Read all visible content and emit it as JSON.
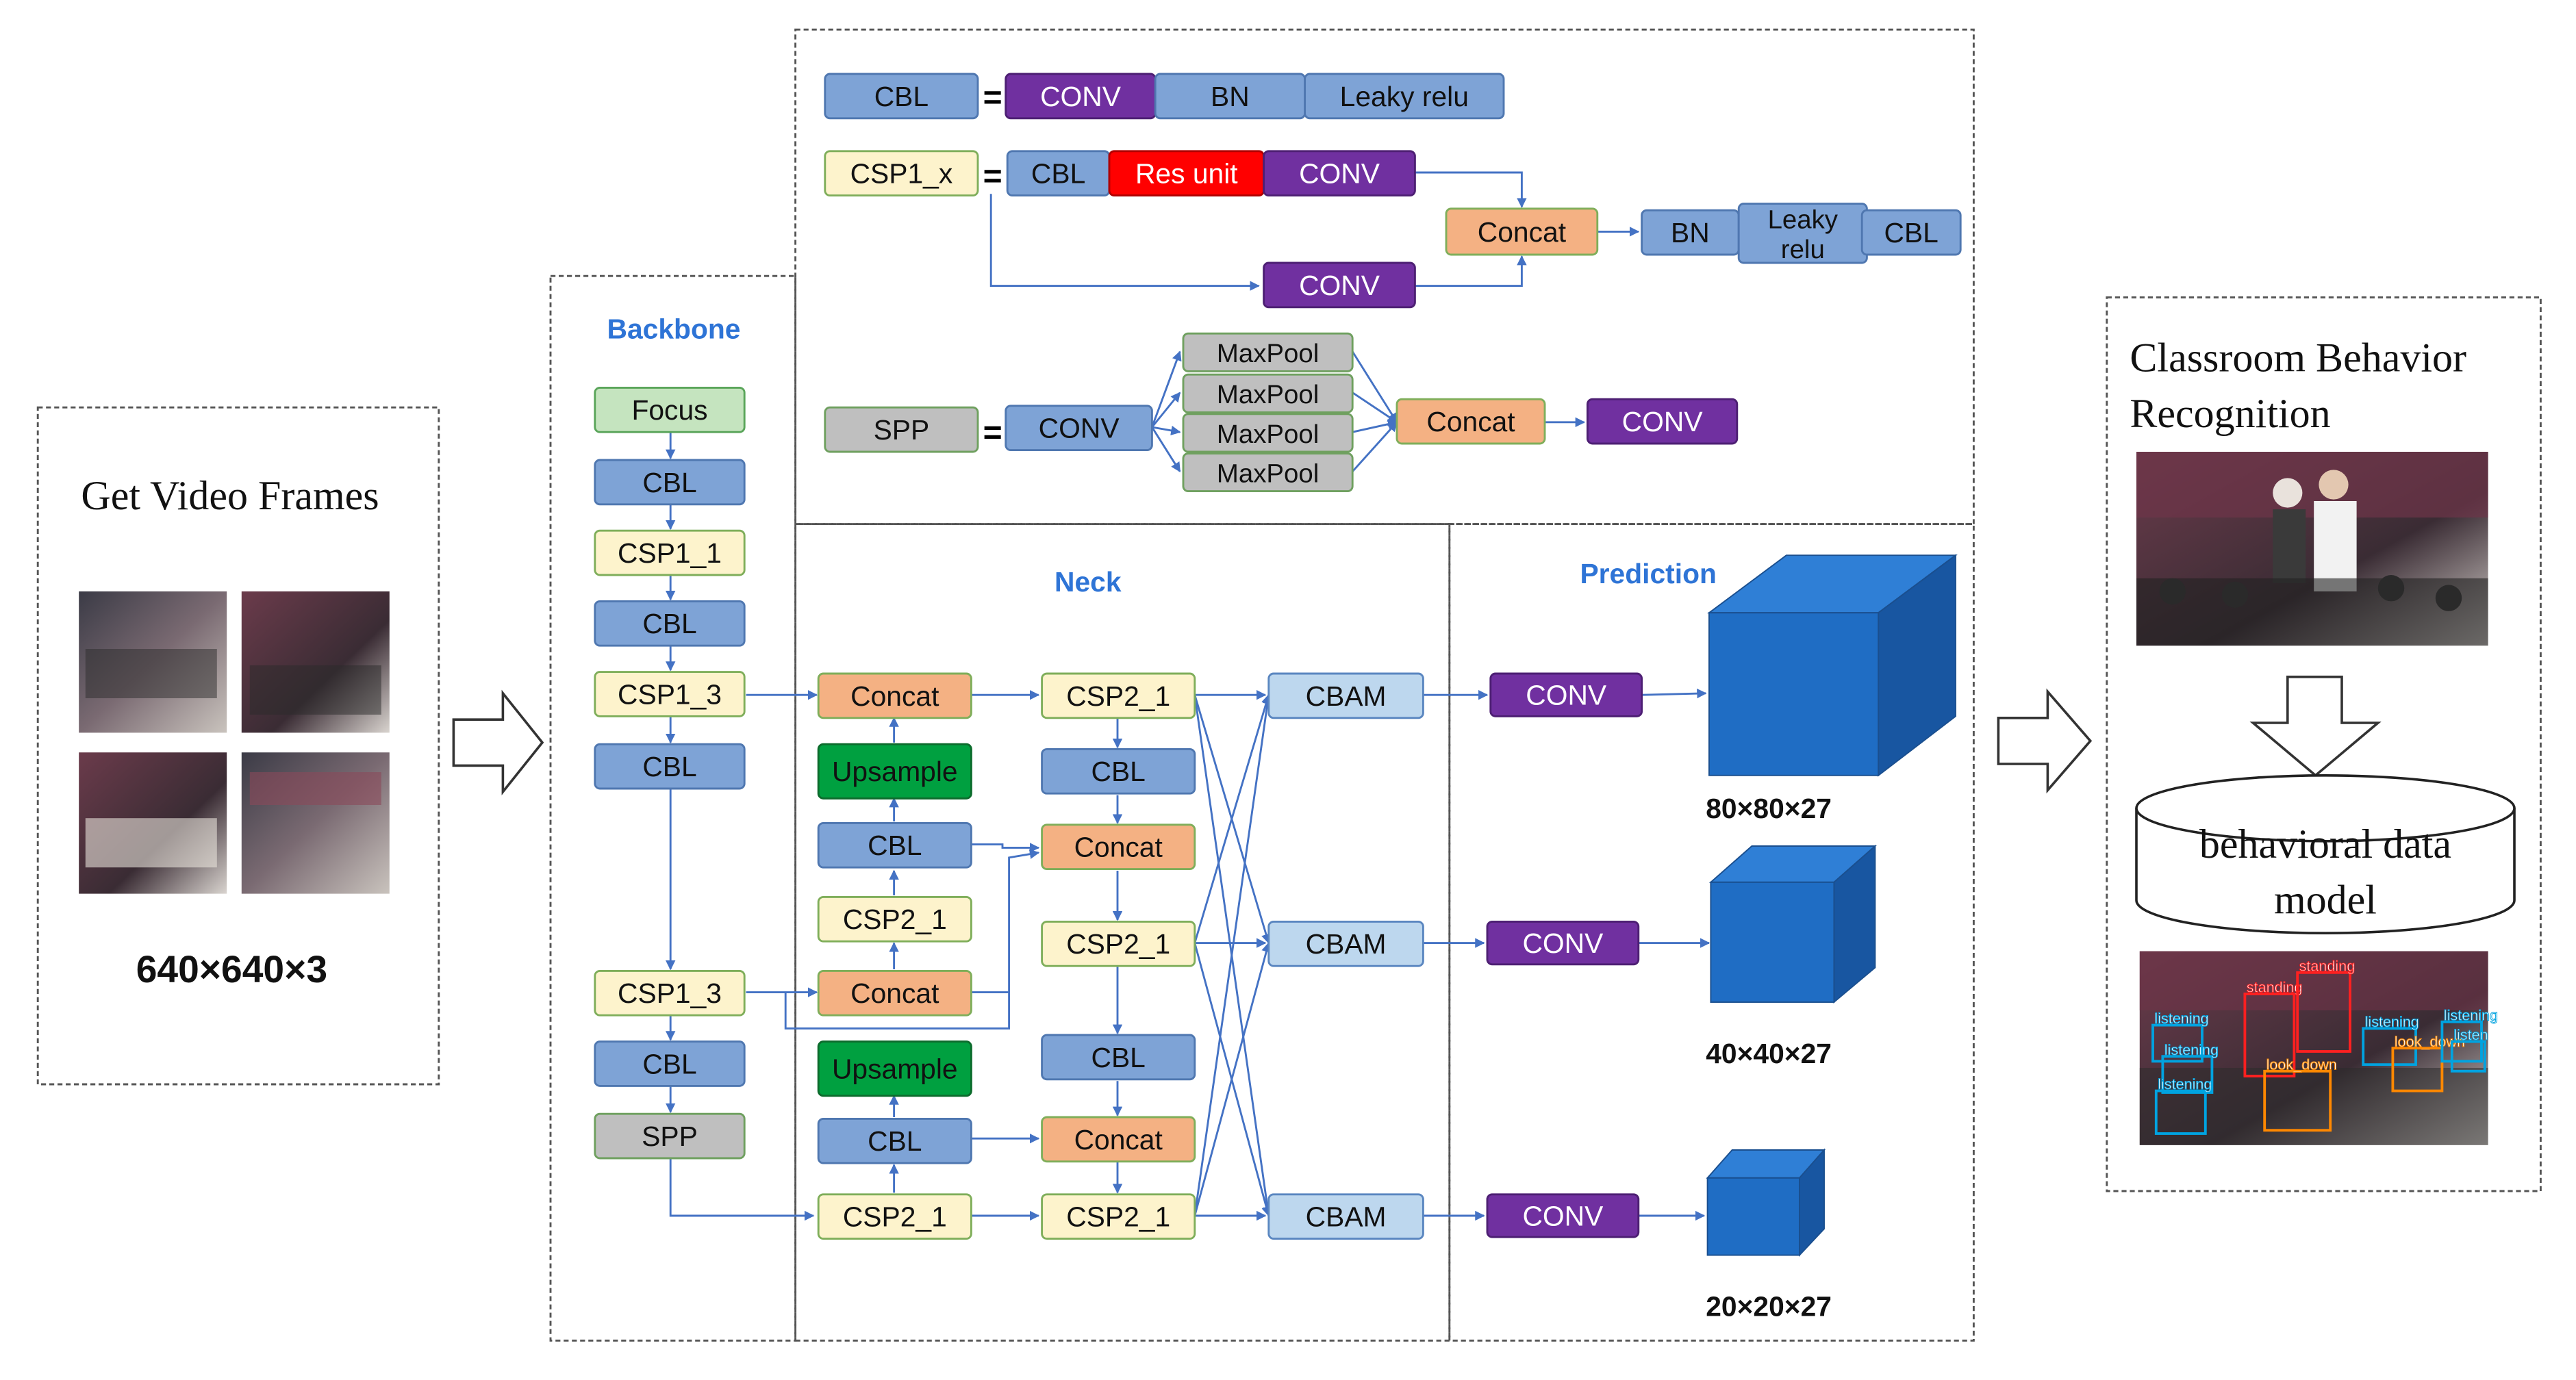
{
  "input": {
    "title": "Get Video Frames",
    "size": "640×640×3"
  },
  "backbone": {
    "title": "Backbone",
    "blocks": [
      "Focus",
      "CBL",
      "CSP1_1",
      "CBL",
      "CSP1_3",
      "CBL",
      "CSP1_3",
      "CBL",
      "SPP"
    ]
  },
  "legend": {
    "cbl": {
      "name": "CBL",
      "eq": "=",
      "parts": [
        "CONV",
        "BN",
        "Leaky relu"
      ]
    },
    "csp": {
      "name": "CSP1_x",
      "eq": "=",
      "top": [
        "CBL",
        "Res unit",
        "CONV"
      ],
      "side": "CONV",
      "concat": "Concat",
      "tail": [
        "BN",
        "Leaky relu",
        "CBL"
      ]
    },
    "spp": {
      "name": "SPP",
      "eq": "=",
      "conv": "CONV",
      "pools": [
        "MaxPool",
        "MaxPool",
        "MaxPool",
        "MaxPool"
      ],
      "concat": "Concat",
      "out": "CONV"
    }
  },
  "neck": {
    "title": "Neck",
    "col1": [
      "Concat",
      "Upsample",
      "CBL",
      "CSP2_1",
      "Concat",
      "Upsample",
      "CBL",
      "CSP2_1"
    ],
    "col2": [
      "CSP2_1",
      "CBL",
      "Concat",
      "CSP2_1",
      "CBL",
      "Concat",
      "CSP2_1"
    ],
    "cbam": [
      "CBAM",
      "CBAM",
      "CBAM"
    ]
  },
  "prediction": {
    "title": "Prediction",
    "conv": [
      "CONV",
      "CONV",
      "CONV"
    ],
    "sizes": [
      "80×80×27",
      "40×40×27",
      "20×20×27"
    ]
  },
  "output": {
    "title_lines": [
      "Classroom Behavior",
      "Recognition"
    ],
    "db_lines": [
      "behavioral data",
      "model"
    ],
    "detection_labels": [
      "listening",
      "listening",
      "listening",
      "standing",
      "standing",
      "listening",
      "look_down",
      "look_down",
      "listening",
      "listen"
    ]
  },
  "colors": {
    "blue_box": "#7ea3d6",
    "conv": "#7030a0",
    "green_light": "#c5e4bf",
    "cream": "#fdf3cc",
    "concat": "#f4b183",
    "upsample": "#00a040",
    "cbam": "#bdd7ee",
    "res_unit": "#ff0000",
    "gray": "#bfbfbf",
    "arrow": "#4472c4",
    "cube": "#1f6dc4",
    "title_blue": "#2e74d6"
  }
}
